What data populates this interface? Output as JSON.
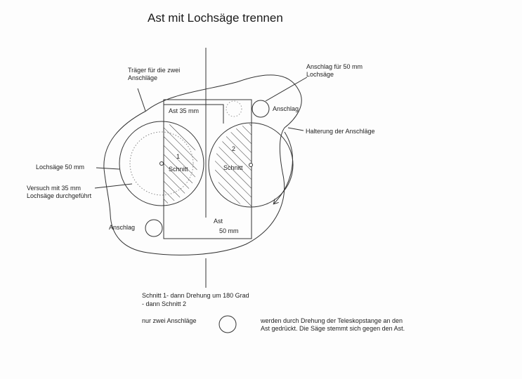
{
  "title": "Ast mit Lochsäge trennen",
  "labels": {
    "traeger_line1": "Träger für die zwei",
    "traeger_line2": "Anschläge",
    "anschlag50_line1": "Anschlag für 50 mm",
    "anschlag50_line2": "Lochsäge",
    "anschlag_top": "Anschlag",
    "halterung": "Halterung der  Anschläge",
    "ast35": "Ast  35 mm",
    "cut1_num": "1",
    "cut1_label": "Schnitt",
    "cut2_num": "2",
    "cut2_label": "Schnitt",
    "lochsaege50": "Lochsäge  50 mm",
    "versuch_line1": "Versuch mit 35 mm",
    "versuch_line2": "Lochsäge durchgeführt",
    "anschlag_bottom": "Anschlag",
    "ast50_line1": "Ast",
    "ast50_line2": "50 mm",
    "schnitt_line1": "Schnitt 1- dann Drehung um 180 Grad",
    "schnitt_line2": " - dann Schnitt 2",
    "nur_zwei": "nur zwei Anschläge",
    "werden_line1": "werden durch Drehung der Teleskopstange an den",
    "werden_line2": "Ast gedrückt. Die Säge stemmt sich gegen den Ast."
  }
}
